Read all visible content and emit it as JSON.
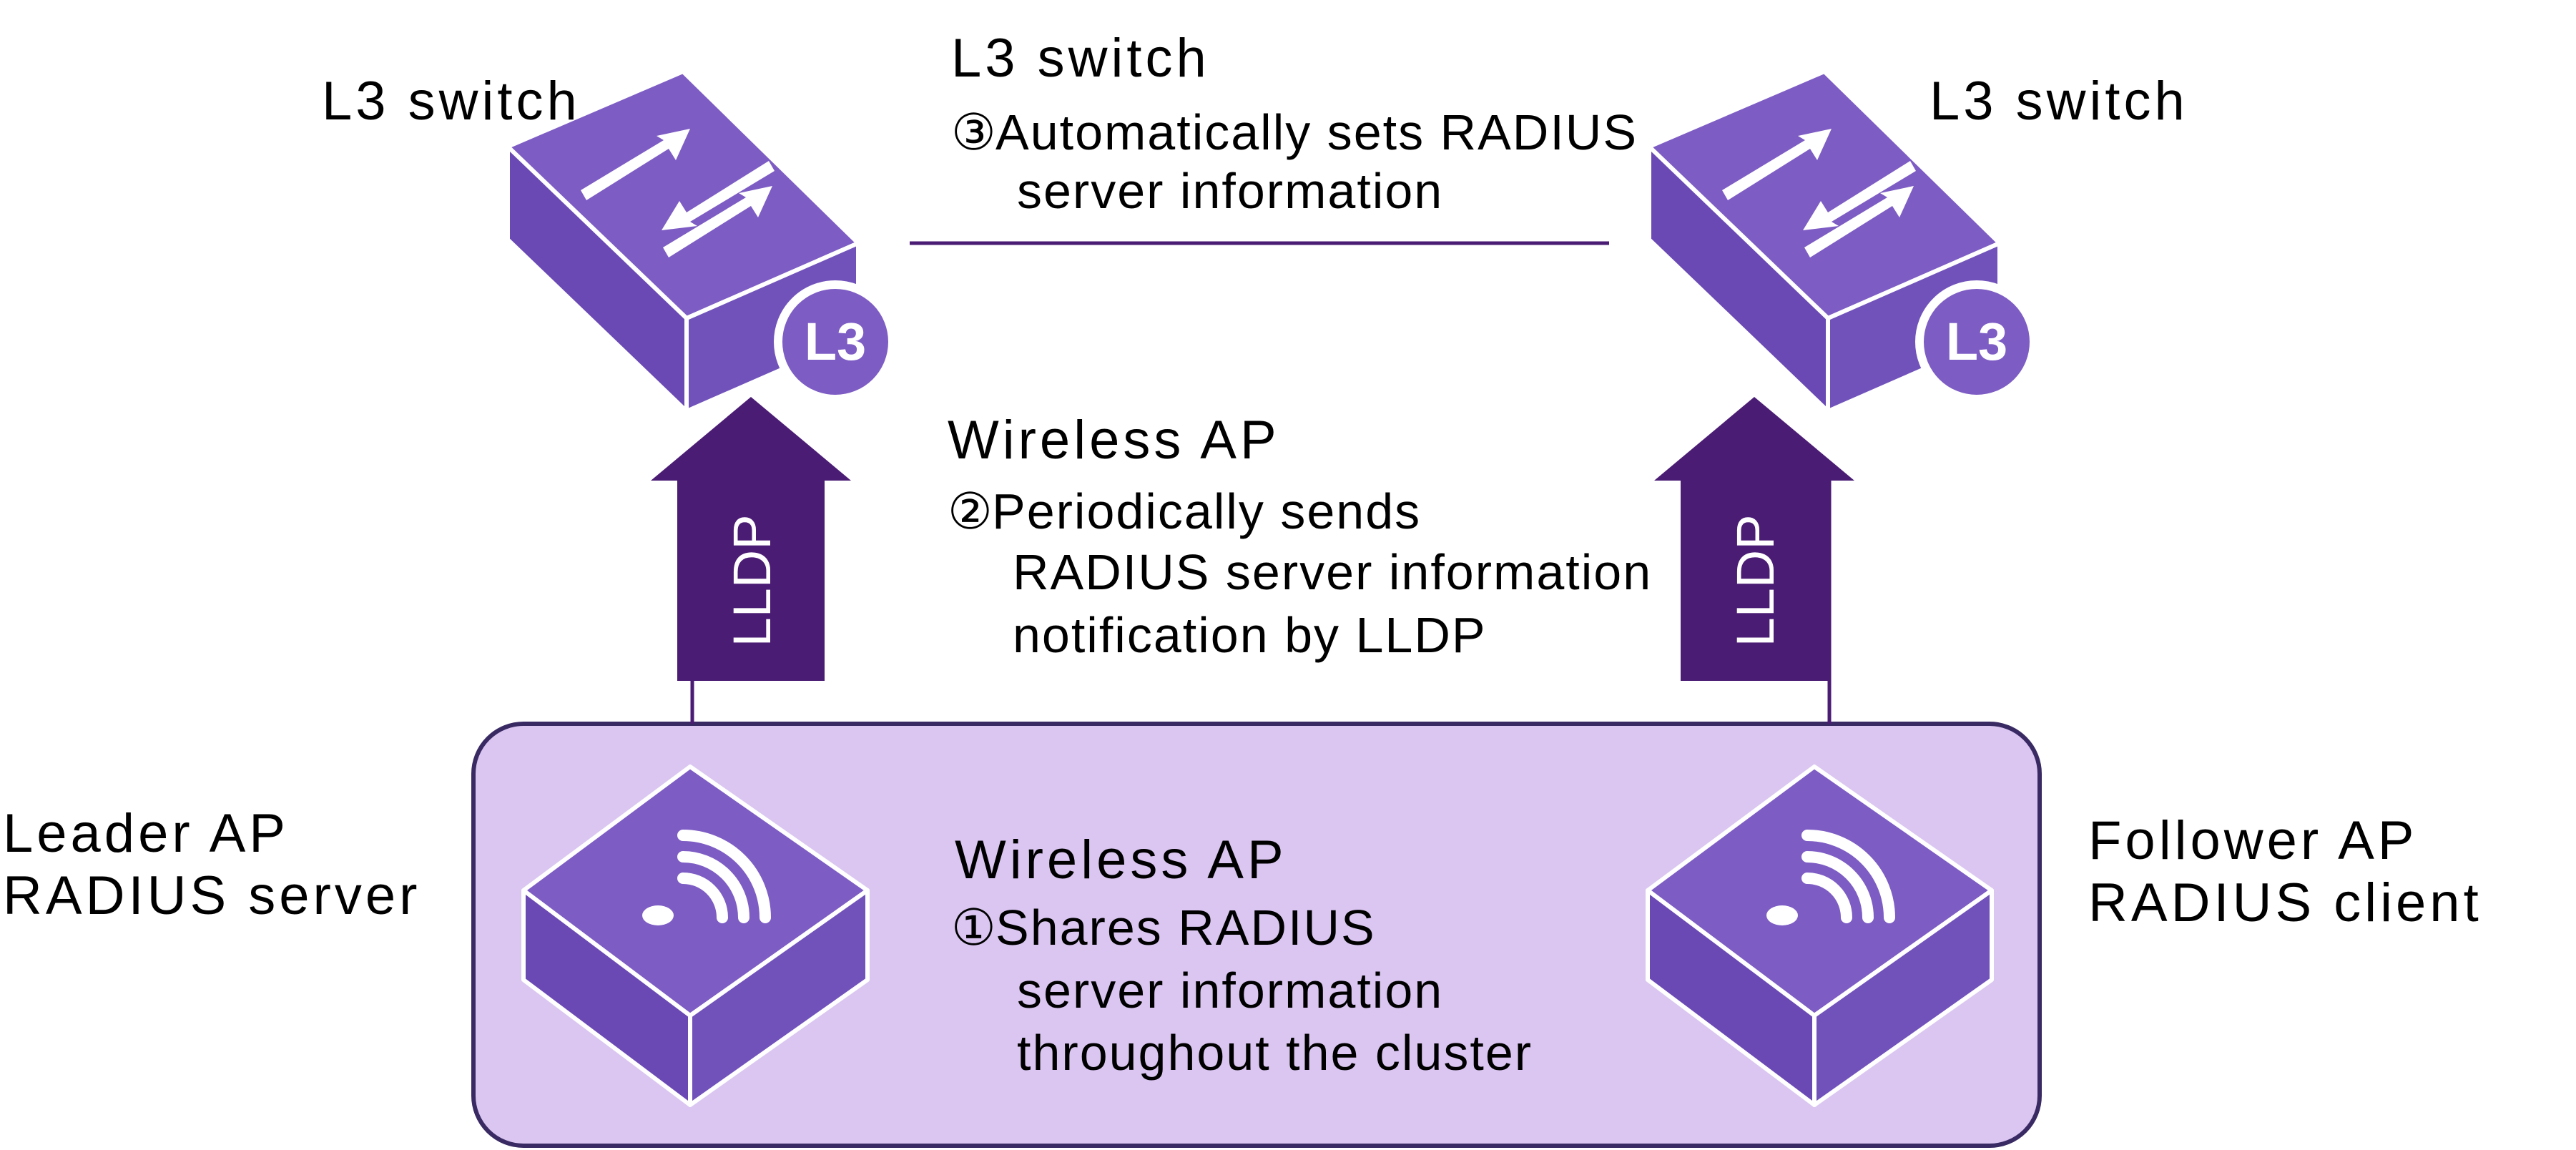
{
  "colors": {
    "device_top": "#7d5cc4",
    "device_side": "#7152bb",
    "device_front": "#6a49b4",
    "device_outline": "#ffffff",
    "arrow_fill": "#4b1c74",
    "line": "#4b1c74",
    "cluster_fill": "#dac6f1",
    "cluster_stroke": "#3a2a63"
  },
  "icons": {
    "switch": "l3-switch-icon",
    "ap": "wireless-ap-icon",
    "arrow": "arrow-up-icon"
  },
  "switch_badge": "L3",
  "arrow_label": "LLDP",
  "left_switch": {
    "title": "L3 switch"
  },
  "right_switch": {
    "title": "L3 switch"
  },
  "step3": {
    "actor": "L3 switch",
    "marker": "③",
    "line1": "Automatically sets RADIUS",
    "line2": "server information"
  },
  "step2": {
    "actor": "Wireless AP",
    "marker": "②",
    "line1": "Periodically sends",
    "line2": "RADIUS server information",
    "line3": "notification by LLDP"
  },
  "step1": {
    "actor": "Wireless AP",
    "marker": "①",
    "line1": "Shares RADIUS",
    "line2": "server information",
    "line3": "throughout the cluster"
  },
  "leader_ap": {
    "line1": "Leader AP",
    "line2": "RADIUS server"
  },
  "follower_ap": {
    "line1": "Follower AP",
    "line2": "RADIUS client"
  }
}
